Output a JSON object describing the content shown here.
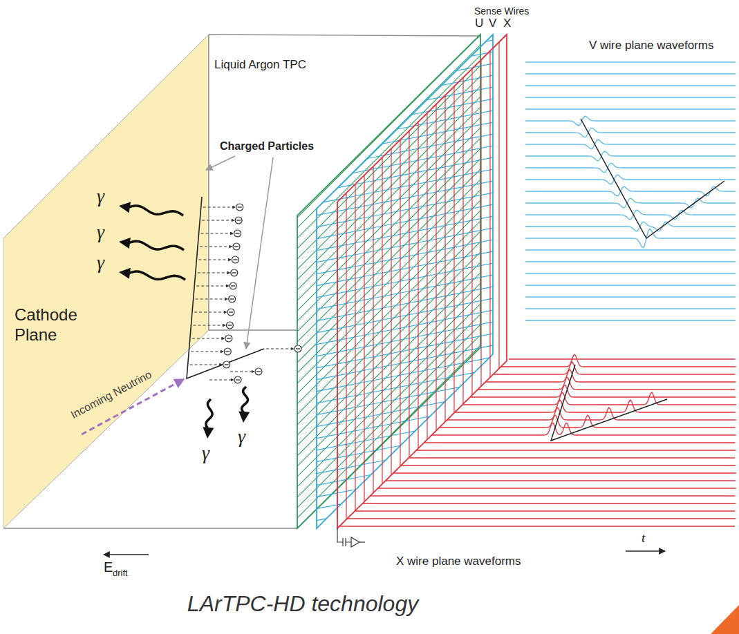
{
  "diagram": {
    "caption": "LArTPC-HD technology",
    "nodes": [
      {
        "text": [
          "Cathode Plane"
        ]
      }
    ],
    "labels": [
      "Liquid Argon TPC",
      "Charged Particles",
      "Sense Wires",
      "U",
      "V",
      "X",
      "V wire plane waveforms",
      "γ",
      "γ",
      "γ",
      "γ",
      "γ",
      "Incoming Neutrino",
      "E",
      "drift",
      "X wire plane waveforms",
      "t"
    ]
  }
}
